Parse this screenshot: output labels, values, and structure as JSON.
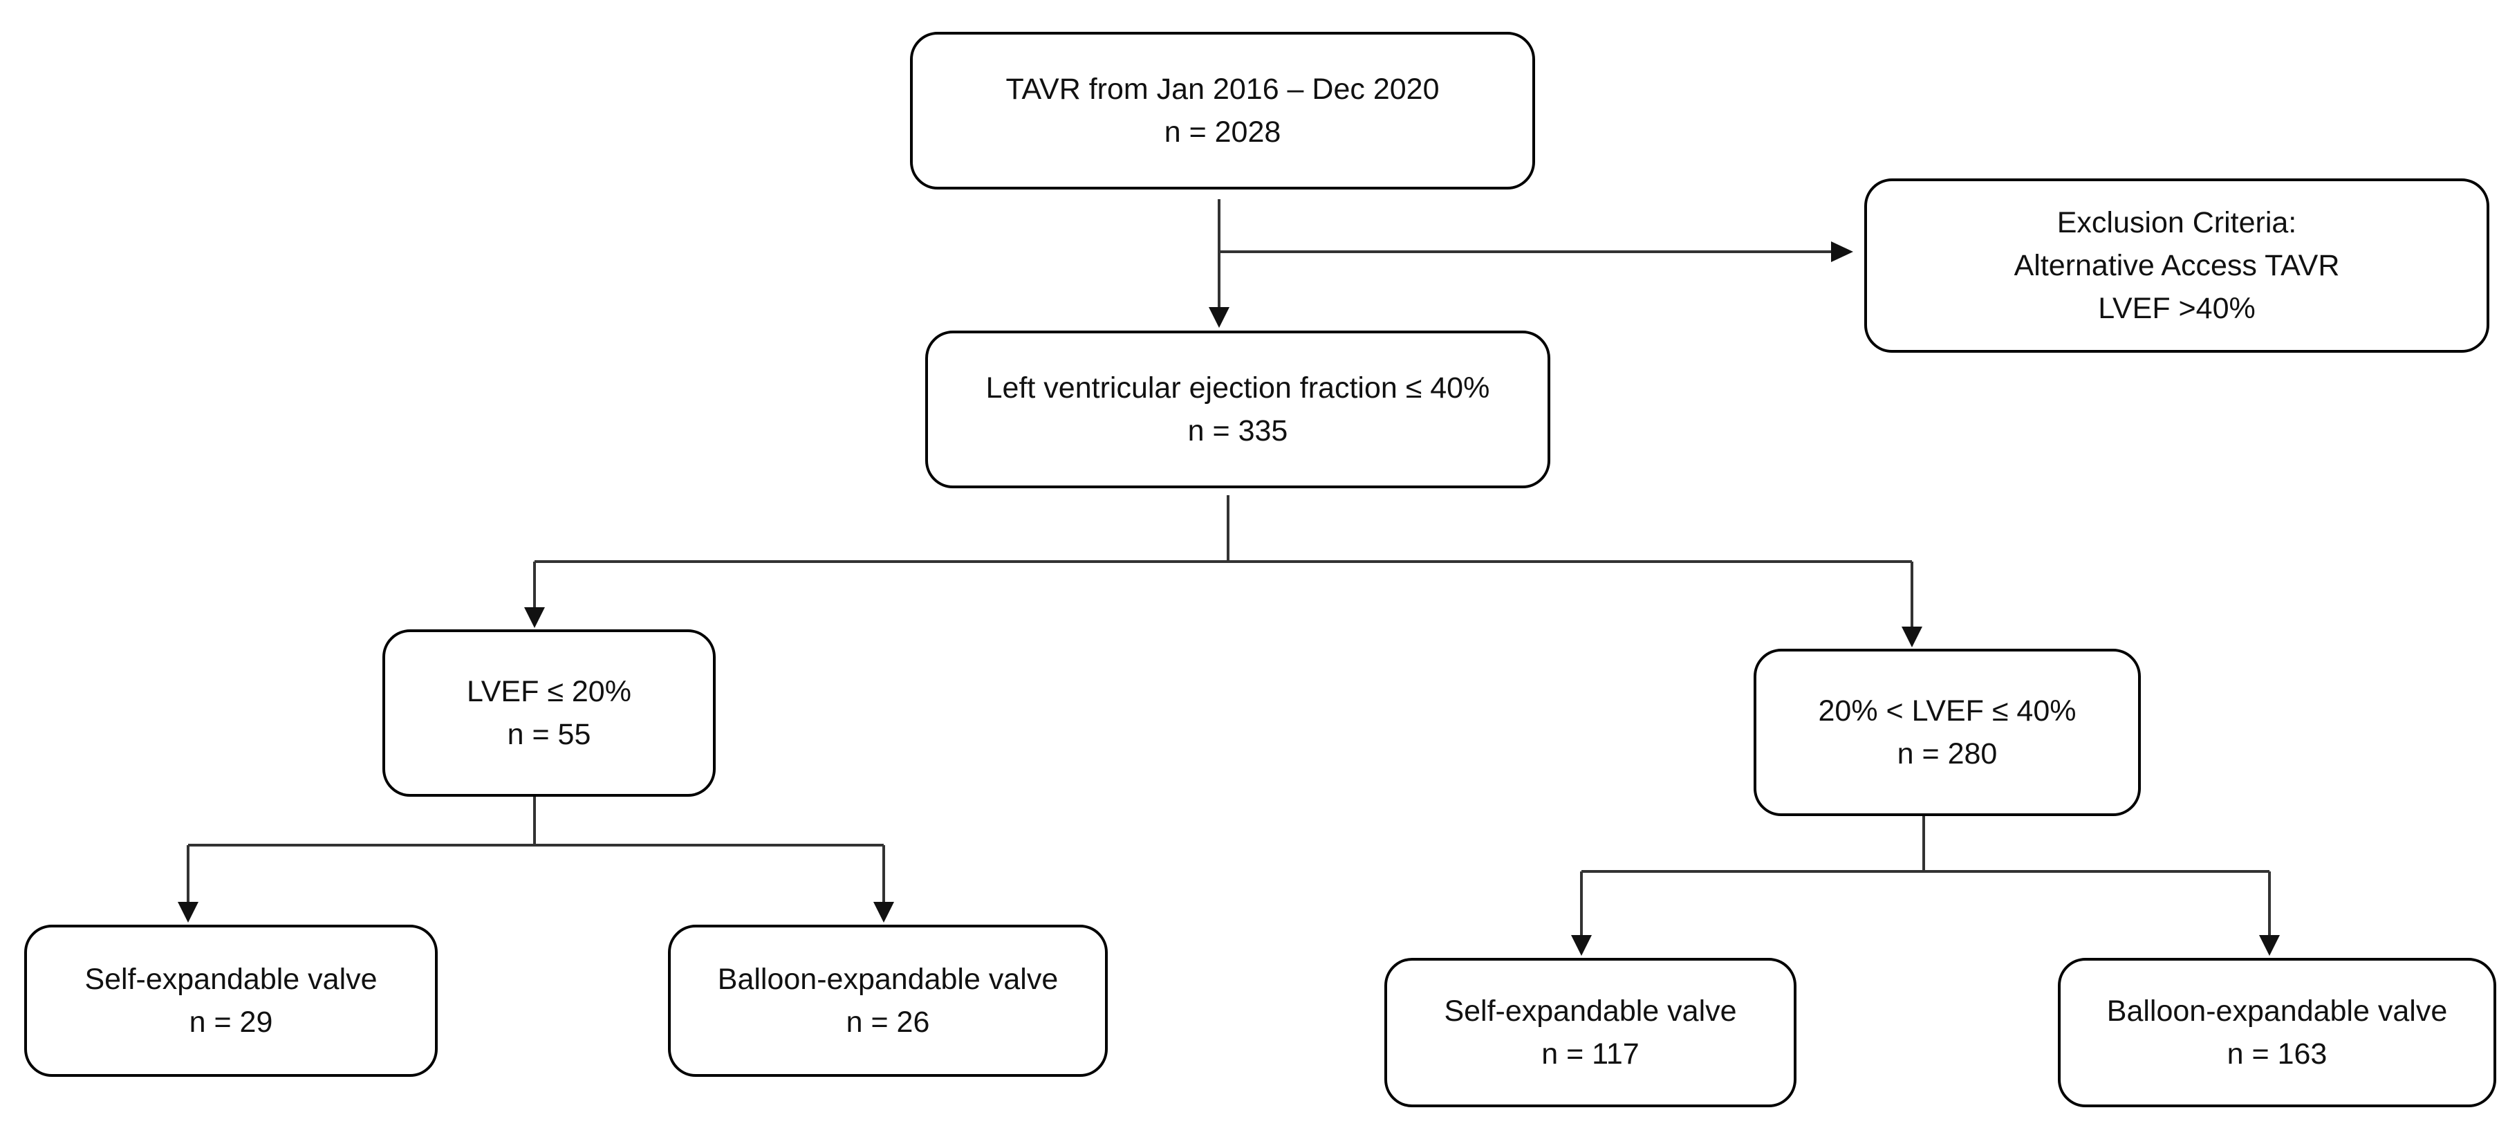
{
  "flowchart": {
    "total": {
      "line1": "TAVR from Jan 2016 – Dec 2020",
      "line2": "n = 2028"
    },
    "exclusion": {
      "line1": "Exclusion Criteria:",
      "line2": "Alternative Access TAVR",
      "line3": "LVEF >40%"
    },
    "lvef_le_40": {
      "line1": "Left ventricular ejection fraction ≤ 40%",
      "line2": "n = 335"
    },
    "lvef_le_20": {
      "line1": "LVEF ≤ 20%",
      "line2": "n = 55"
    },
    "lvef_20_40": {
      "line1": "20% < LVEF ≤ 40%",
      "line2": "n = 280"
    },
    "lvef_le_20_self": {
      "line1": "Self-expandable valve",
      "line2": "n = 29"
    },
    "lvef_le_20_balloon": {
      "line1": "Balloon-expandable valve",
      "line2": "n = 26"
    },
    "lvef_20_40_self": {
      "line1": "Self-expandable valve",
      "line2": "n = 117"
    },
    "lvef_20_40_balloon": {
      "line1": "Balloon-expandable valve",
      "line2": "n = 163"
    }
  },
  "colors": {
    "box_border": "#000000",
    "connector": "#333333",
    "text": "#111111",
    "background": "#ffffff"
  }
}
